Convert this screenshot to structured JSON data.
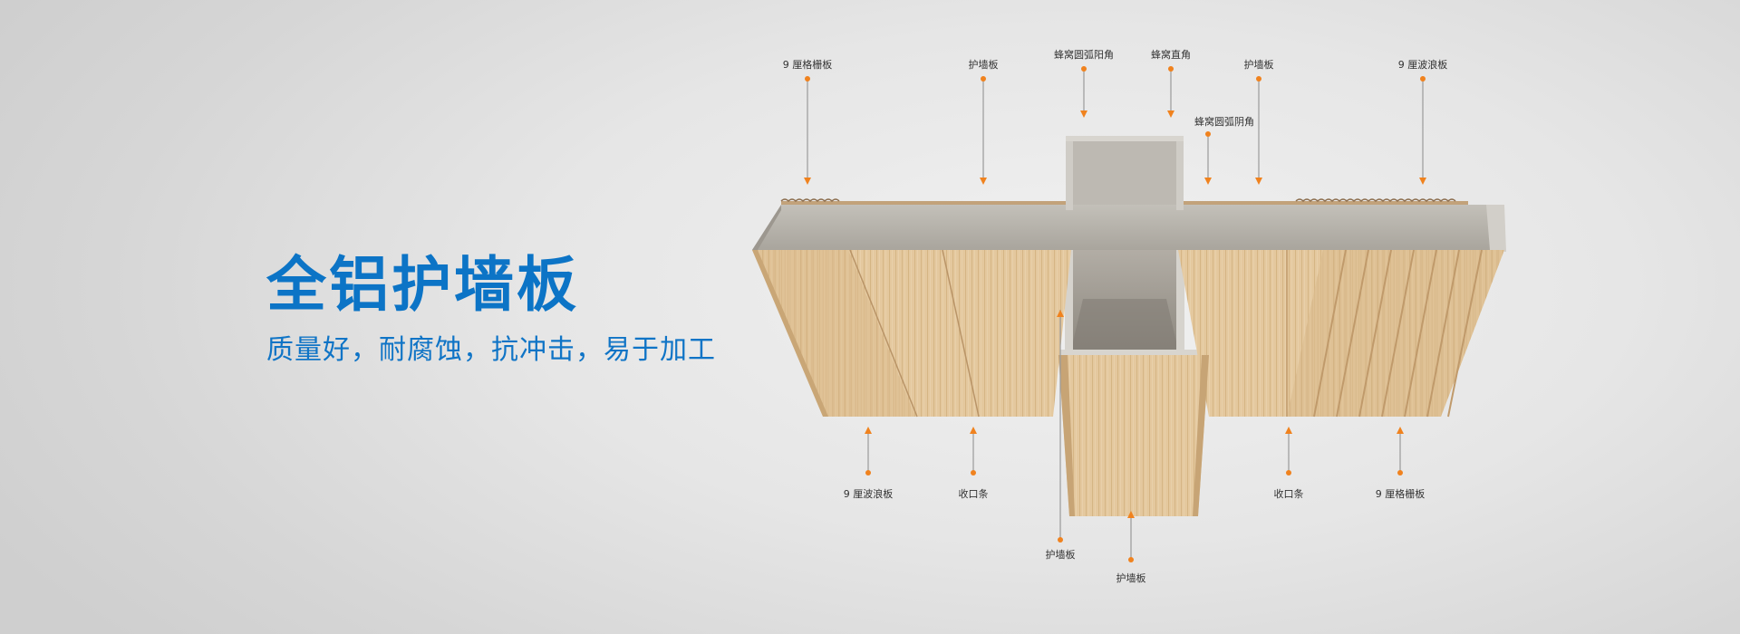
{
  "hero": {
    "title": "全铝护墙板",
    "subtitle": "质量好，耐腐蚀，抗冲击，易于加工"
  },
  "diagram": {
    "labels": {
      "top_9li_grille_panel": "9 厘格栅板",
      "top_wall_panel_left": "护墙板",
      "top_honeycomb_round_outer_corner": "蜂窝圆弧阳角",
      "top_honeycomb_right_angle": "蜂窝直角",
      "top_honeycomb_round_inner_corner": "蜂窝圆弧阴角",
      "top_wall_panel_right": "护墙板",
      "top_9li_wave_panel": "9 厘波浪板",
      "bottom_9li_wave_panel": "9 厘波浪板",
      "bottom_edge_strip_left": "收口条",
      "bottom_wall_panel_low": "护墙板",
      "bottom_wall_panel_lowest": "护墙板",
      "bottom_edge_strip_right": "收口条",
      "bottom_9li_grille_panel": "9 厘格栅板"
    },
    "colors": {
      "accent_blue": "#0c74c6",
      "arrow_orange": "#f0821e",
      "wood": "#e3c79c",
      "aluminum_gray": "#b4b1aa"
    }
  }
}
